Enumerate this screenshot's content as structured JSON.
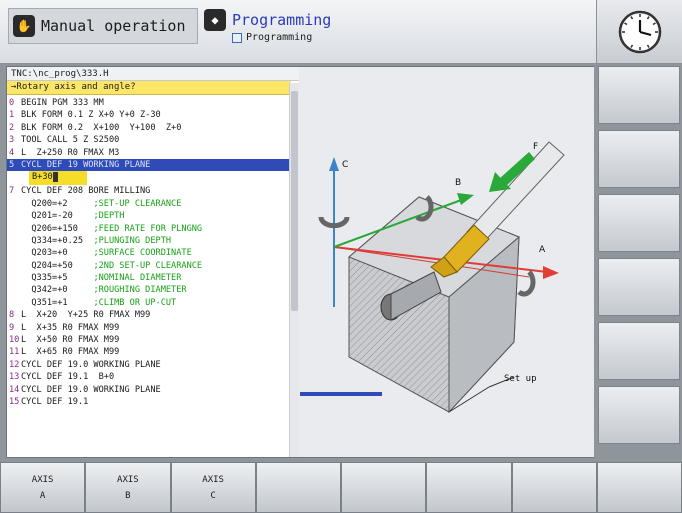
{
  "header": {
    "manual_label": "Manual operation",
    "programming_label": "Programming",
    "programming_sub": "Programming"
  },
  "file_path": "TNC:\\nc_prog\\333.H",
  "prompt": "→Rotary axis and angle?",
  "edit_value": "B+30",
  "program_lines": [
    {
      "n": "0",
      "code": "BEGIN PGM 333 MM",
      "comment": ""
    },
    {
      "n": "1",
      "code": "BLK FORM 0.1 Z X+0 Y+0 Z-30",
      "comment": ""
    },
    {
      "n": "2",
      "code": "BLK FORM 0.2  X+100  Y+100  Z+0",
      "comment": ""
    },
    {
      "n": "3",
      "code": "TOOL CALL 5 Z S2500",
      "comment": ""
    },
    {
      "n": "4",
      "code": "L  Z+250 R0 FMAX M3",
      "comment": ""
    },
    {
      "n": "5",
      "code": "CYCL DEF 19 WORKING PLANE",
      "comment": ""
    },
    {
      "n": "7",
      "code": "CYCL DEF 208 BORE MILLING",
      "comment": ""
    },
    {
      "n": "",
      "code": "  Q200=+2     ",
      "comment": ";SET-UP CLEARANCE"
    },
    {
      "n": "",
      "code": "  Q201=-20    ",
      "comment": ";DEPTH"
    },
    {
      "n": "",
      "code": "  Q206=+150   ",
      "comment": ";FEED RATE FOR PLNGNG"
    },
    {
      "n": "",
      "code": "  Q334=+0.25  ",
      "comment": ";PLUNGING DEPTH"
    },
    {
      "n": "",
      "code": "  Q203=+0     ",
      "comment": ";SURFACE COORDINATE"
    },
    {
      "n": "",
      "code": "  Q204=+50    ",
      "comment": ";2ND SET-UP CLEARANCE"
    },
    {
      "n": "",
      "code": "  Q335=+5     ",
      "comment": ";NOMINAL DIAMETER"
    },
    {
      "n": "",
      "code": "  Q342=+0     ",
      "comment": ";ROUGHING DIAMETER"
    },
    {
      "n": "",
      "code": "  Q351=+1     ",
      "comment": ";CLIMB OR UP-CUT"
    },
    {
      "n": "8",
      "code": "L  X+20  Y+25 R0 FMAX M99",
      "comment": ""
    },
    {
      "n": "9",
      "code": "L  X+35 R0 FMAX M99",
      "comment": ""
    },
    {
      "n": "10",
      "code": "L  X+50 R0 FMAX M99",
      "comment": ""
    },
    {
      "n": "11",
      "code": "L  X+65 R0 FMAX M99",
      "comment": ""
    },
    {
      "n": "12",
      "code": "CYCL DEF 19.0 WORKING PLANE",
      "comment": ""
    },
    {
      "n": "13",
      "code": "CYCL DEF 19.1  B+0",
      "comment": ""
    },
    {
      "n": "14",
      "code": "CYCL DEF 19.0 WORKING PLANE",
      "comment": ""
    },
    {
      "n": "15",
      "code": "CYCL DEF 19.1",
      "comment": ""
    }
  ],
  "graphic": {
    "axis_a": "A",
    "axis_b": "B",
    "axis_c": "C",
    "feed": "F",
    "setup": "Set up"
  },
  "softkeys": [
    {
      "line1": "AXIS",
      "line2": "A"
    },
    {
      "line1": "AXIS",
      "line2": "B"
    },
    {
      "line1": "AXIS",
      "line2": "C"
    },
    {
      "line1": "",
      "line2": ""
    },
    {
      "line1": "",
      "line2": ""
    },
    {
      "line1": "",
      "line2": ""
    },
    {
      "line1": "",
      "line2": ""
    },
    {
      "line1": "",
      "line2": ""
    }
  ],
  "colors": {
    "selected_row": "#2e4bb8",
    "prompt_bg": "#fbe667",
    "comment": "#17a317"
  }
}
